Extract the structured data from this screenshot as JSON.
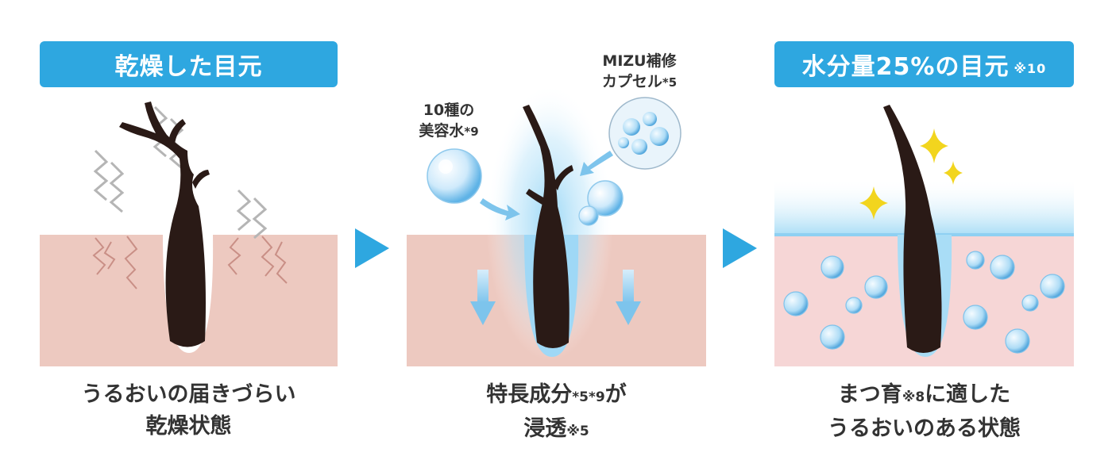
{
  "panel1": {
    "title": "乾燥した目元",
    "caption_line1": "うるおいの届きづらい",
    "caption_line2": "乾燥状態"
  },
  "panel2": {
    "label_left_line1": "10種の",
    "label_left_line2": "美容水",
    "label_left_note": "*9",
    "label_right_line1": "MIZU補修",
    "label_right_line2": "カプセル",
    "label_right_note": "*5",
    "caption_line1": "特長成分",
    "caption_line1_note": "*5*9",
    "caption_line1_end": "が",
    "caption_line2": "浸透",
    "caption_line2_note": "※5"
  },
  "panel3": {
    "title": "水分量25%の目元",
    "title_note": "※10",
    "caption_line1_a": "まつ育",
    "caption_line1_note": "※8",
    "caption_line1_b": "に適した",
    "caption_line2": "うるおいのある状態"
  },
  "colors": {
    "accent_blue": "#2ea7e0",
    "skin": "#edc9c0",
    "skin_moist": "#f6d6d6",
    "hair": "#2a1a16"
  }
}
